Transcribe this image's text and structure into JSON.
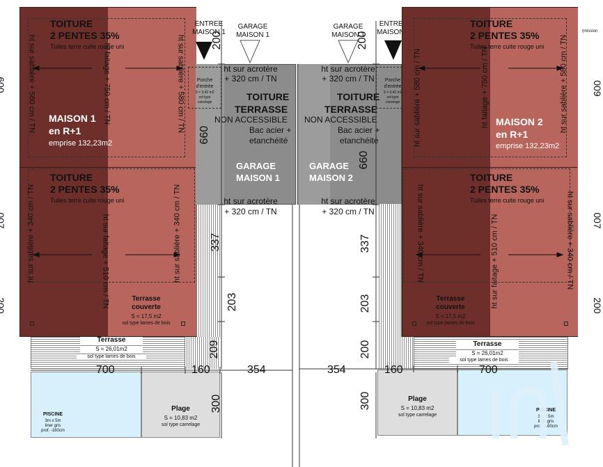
{
  "colors": {
    "roof_dark": "#6e2f2a",
    "roof_light": "#b8655d",
    "garage_gray": "#8c8c8c",
    "pool_blue": "#d6f1fb",
    "plage_gray": "#dedede"
  },
  "maison1": {
    "roof_top": {
      "title1": "TOITURE",
      "title2": "2 PENTES 35%",
      "subtitle": "Tuiles terre cuite rouge uni"
    },
    "roof_bottom": {
      "title1": "TOITURE",
      "title2": "2 PENTES 35%",
      "subtitle": "Tuiles terre cuite rouge uni"
    },
    "name1": "MAISON 1",
    "name2": "en R+1",
    "emprise": "emprise 132,23m2",
    "ht_sabliere_580": "ht sur sablière + 580 cm / TN",
    "ht_faitage_750": "ht faitage + 750 cm / TN",
    "ht_sabliere_580b": "ht sur sablière + 580 cm / TN",
    "ht_sabliere_340": "ht sur sablière + 340 cm / TN",
    "ht_faitage_510": "ht sur faitage + 510 cm / TN",
    "ht_sabliere_340b": "ht sur sablière + 340 cm / TN",
    "porche": {
      "title1": "Porche",
      "title2": "d'entrée",
      "s": "S = 3,42 m2",
      "sol1": "sol type",
      "sol2": "carrelage"
    },
    "terrasse_couverte": {
      "title1": "Terrasse",
      "title2": "couverte",
      "s": "S = 17,5 m2",
      "sol": "sol type lames de bois"
    },
    "terrasse": {
      "title": "Terrasse",
      "s": "S = 26,01m2",
      "sol": "sol type lames de bois"
    },
    "piscine": {
      "title": "PISCINE",
      "l1": "3m x 5m",
      "l2": "liner gris",
      "l3": "prof. -160cm"
    },
    "plage": {
      "title": "Plage",
      "s": "S = 10,83 m2",
      "sol": "sol type carrelage"
    },
    "entree": {
      "l1": "ENTREE",
      "l2": "MAISON 1"
    },
    "garage_label": {
      "l1": "GARAGE",
      "l2": "MAISON 1"
    }
  },
  "maison2": {
    "roof_top": {
      "title1": "TOITURE",
      "title2": "2 PENTES 35%",
      "subtitle": "Tuiles terre cuite rouge uni"
    },
    "roof_bottom": {
      "title1": "TOITURE",
      "title2": "2 PENTES 35%",
      "subtitle": "Tuiles terre cuite rouge uni"
    },
    "name1": "MAISON 2",
    "name2": "en R+1",
    "emprise": "emprise 132,23m2",
    "ht_sabliere_580": "ht sur sablière + 580 cm / TN",
    "ht_faitage_750": "ht faitage + 750 cm / TN",
    "ht_sabliere_580b": "ht sur sablière + 580 cm / TN",
    "ht_sabliere_340": "ht sur sablière + 340 cm / TN",
    "ht_faitage_510": "ht sur faitage + 510 cm / TN",
    "ht_sabliere_340b": "ht sur sablière + 340 cm / TN",
    "porche": {
      "title1": "Porche",
      "title2": "d'entrée",
      "s": "S = 3,42 m2",
      "sol1": "sol type",
      "sol2": "carrelage"
    },
    "terrasse_couverte": {
      "title1": "Terrasse",
      "title2": "couverte",
      "s": "S = 17,5 m2",
      "sol": "sol type lames de bois"
    },
    "terrasse": {
      "title": "Terrasse",
      "s": "S = 26,01m2",
      "sol": "sol type lames de bois"
    },
    "piscine": {
      "title": "PISCINE",
      "l1": "3m x 5m",
      "l2": "liner gris",
      "l3": "prof. -160cm"
    },
    "plage": {
      "title": "Plage",
      "s": "S = 10,83 m2",
      "sol": "sol type carrelage"
    },
    "entree": {
      "l1": "ENTREE",
      "l2": "MAISON 2"
    },
    "garage_label": {
      "l1": "GARAGE",
      "l2": "MAISON 1"
    }
  },
  "garages": {
    "ht_acrotere": "ht sur acrotère",
    "ht_value": "+ 320 cm / TN",
    "toiture1": "TOITURE",
    "toiture2": "TERRASSE",
    "non_accessible": "NON ACCESSIBLE",
    "bac1": "Bac acier +",
    "bac2": "etanchéité",
    "garage1_l1": "GARAGE",
    "garage1_l2": "MAISON 1",
    "garage2_l1": "GARAGE",
    "garage2_l2": "MAISON  2"
  },
  "dimensions": {
    "d200a": "200",
    "d660a": "660",
    "d337a": "337",
    "d203a": "203",
    "d209": "209",
    "d300a": "300",
    "d200b": "200",
    "d660b": "660",
    "d337b": "337",
    "d203b": "203",
    "d200c": "200",
    "d300b": "300",
    "d700a": "700",
    "d160a": "160",
    "d354a": "354",
    "d354b": "354",
    "d160b": "160",
    "d700b": "700",
    "left_edge1": "600",
    "left_edge2": "007",
    "left_edge3": "200",
    "right_edge1": "009",
    "right_edge2": "007",
    "right_edge3": "200",
    "right_misc": "(mission"
  }
}
